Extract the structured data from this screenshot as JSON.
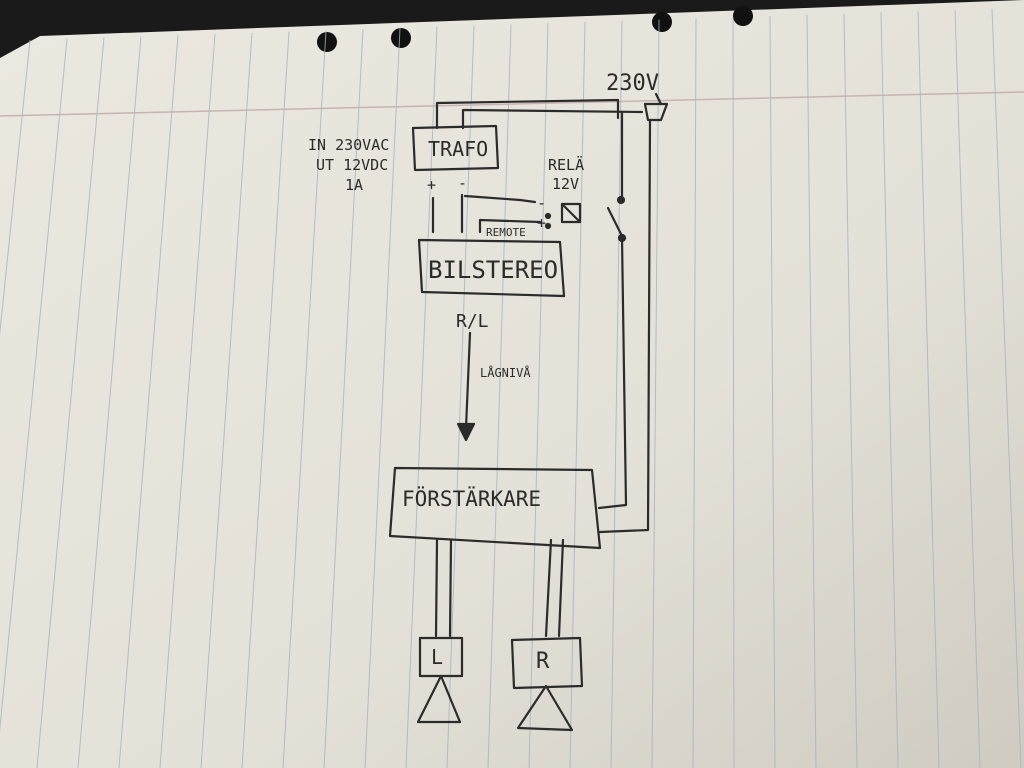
{
  "colors": {
    "paper": "#e7e4dc",
    "paper_shadow": "#c9c5bb",
    "rule_line": "#9fb4c8",
    "margin_line": "#c9b7b7",
    "ink": "#2b2b2b",
    "background": "#1a1a1a"
  },
  "diagram": {
    "mains_label": "230V",
    "transformer": {
      "label": "TRAFO",
      "spec_in": "IN 230VAC",
      "spec_out": "UT 12VDC",
      "spec_current": "1A",
      "plus": "+",
      "minus": "-"
    },
    "relay": {
      "label": "RELÄ",
      "voltage": "12V",
      "minus": "-",
      "plus": "+"
    },
    "remote_label": "REMOTE",
    "car_stereo": {
      "label": "BILSTEREO"
    },
    "signal": {
      "channels": "R/L",
      "level": "LÅGNIVÅ"
    },
    "amplifier": {
      "label": "FÖRSTÄRKARE"
    },
    "speakers": {
      "left": "L",
      "right": "R"
    }
  }
}
